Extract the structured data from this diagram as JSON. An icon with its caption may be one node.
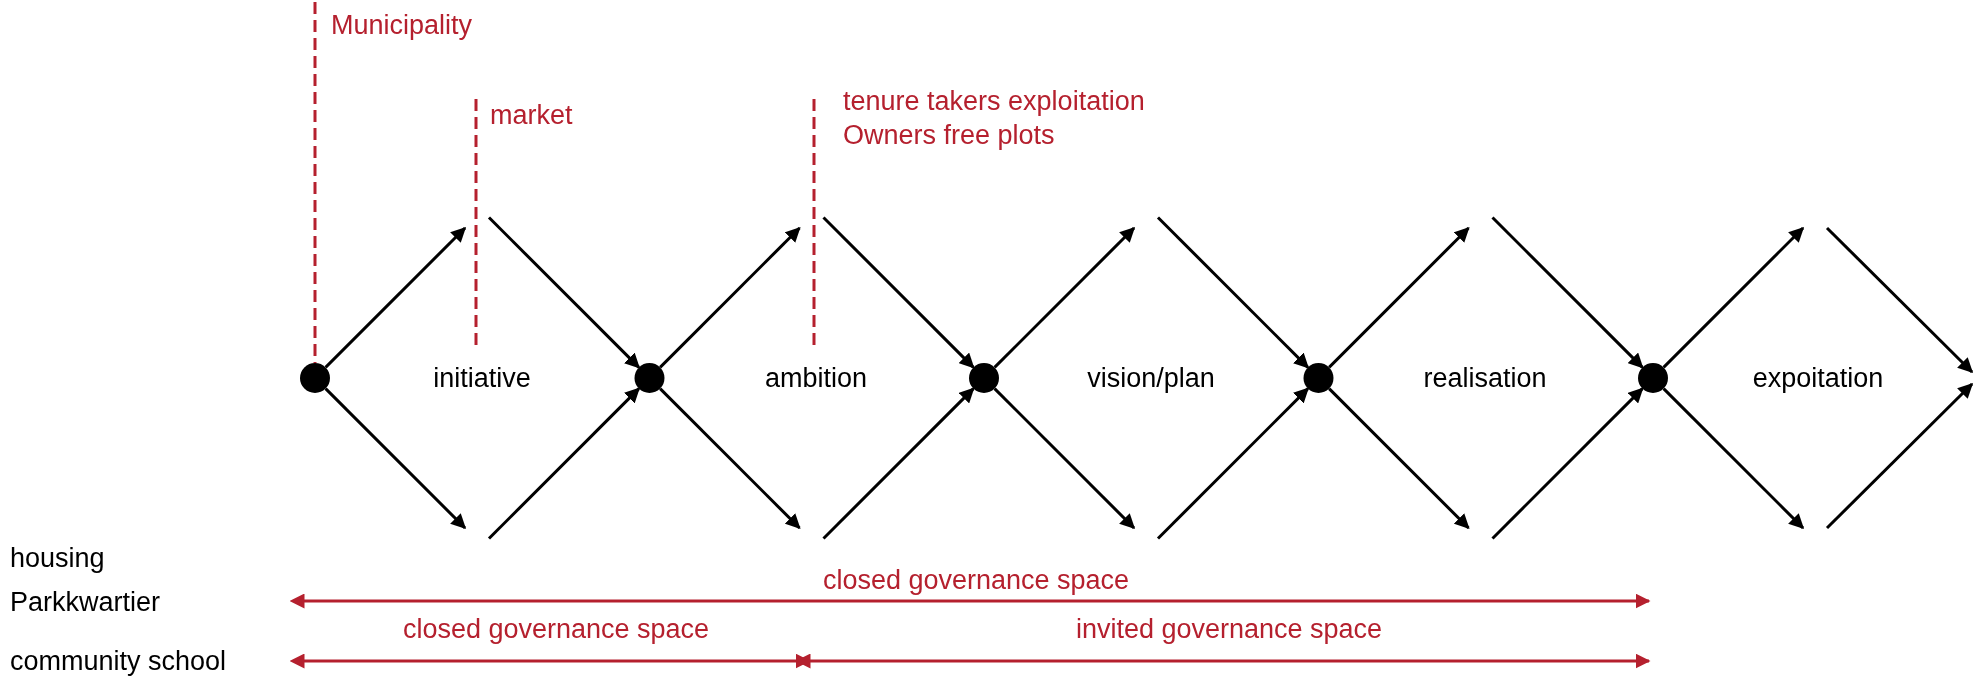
{
  "diagram": {
    "nodes": [
      {
        "text": [
          "Municipality"
        ]
      },
      {
        "text": [
          "market"
        ]
      },
      {
        "text": [
          "tenure takers exploitation",
          "Owners free plots"
        ]
      },
      {
        "text": [],
        "shape": "circle"
      },
      {
        "text": [],
        "shape": "circle"
      },
      {
        "text": [],
        "shape": "circle"
      },
      {
        "text": [],
        "shape": "circle"
      },
      {
        "text": [],
        "shape": "circle"
      }
    ],
    "edges": [
      {
        "from": 3,
        "to": null,
        "arrow": "to"
      },
      {
        "from": 3,
        "to": null,
        "arrow": "to"
      },
      {
        "from": null,
        "to": 4,
        "arrow": "to"
      },
      {
        "from": null,
        "to": 4,
        "arrow": "to"
      },
      {
        "from": 4,
        "to": null,
        "arrow": "to"
      },
      {
        "from": 4,
        "to": null,
        "arrow": "to"
      },
      {
        "from": null,
        "to": 5,
        "arrow": "to"
      },
      {
        "from": null,
        "to": 5,
        "arrow": "to"
      },
      {
        "from": 5,
        "to": null,
        "arrow": "to"
      },
      {
        "from": 5,
        "to": null,
        "arrow": "to"
      },
      {
        "from": null,
        "to": 6,
        "arrow": "to"
      },
      {
        "from": null,
        "to": 6,
        "arrow": "to"
      },
      {
        "from": 6,
        "to": null,
        "arrow": "to"
      },
      {
        "from": 6,
        "to": null,
        "arrow": "to"
      },
      {
        "from": null,
        "to": 7,
        "arrow": "to"
      },
      {
        "from": null,
        "to": 7,
        "arrow": "to"
      },
      {
        "from": 7,
        "to": null,
        "arrow": "to"
      },
      {
        "from": 7,
        "to": null,
        "arrow": "to"
      },
      {
        "from": 0,
        "to": 3,
        "arrow": "none",
        "style": "dashed",
        "color": "#b5202e"
      },
      {
        "from": 1,
        "to": null,
        "arrow": "none",
        "style": "dashed",
        "color": "#b5202e"
      },
      {
        "from": 2,
        "to": null,
        "arrow": "none",
        "style": "dashed",
        "color": "#b5202e"
      }
    ],
    "labels": [
      "initiative",
      "ambition",
      "vision/plan",
      "realisation",
      "expoitation",
      "housing Parkkwartier",
      "closed governance space",
      "community school",
      "closed governance space",
      "invited governance space"
    ]
  }
}
